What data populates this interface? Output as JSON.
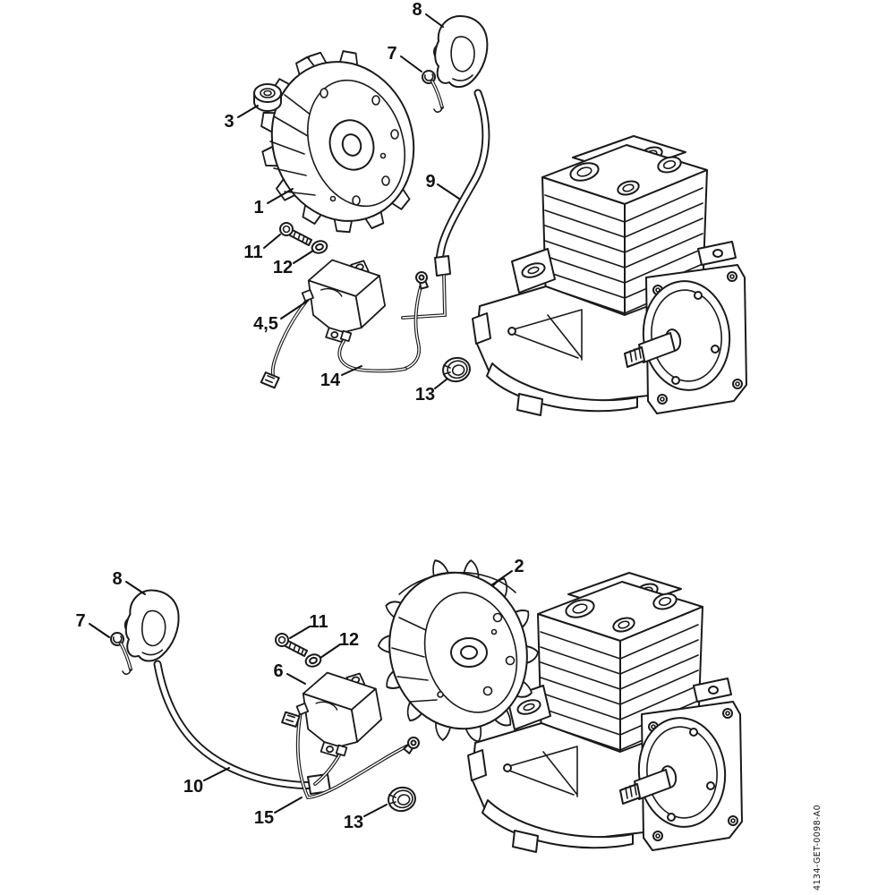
{
  "page": {
    "background": "#ffffff",
    "line_color": "#1a1a1a",
    "label_color": "#111111"
  },
  "document_code": "4134-GET-0098-A0",
  "diagrams": [
    {
      "id": "ignition-variant-top",
      "callouts": [
        "8",
        "7",
        "3",
        "1",
        "9",
        "11",
        "12",
        "4,5",
        "14",
        "13"
      ]
    },
    {
      "id": "ignition-variant-bottom",
      "callouts": [
        "8",
        "7",
        "2",
        "11",
        "12",
        "6",
        "10",
        "15",
        "13"
      ]
    }
  ]
}
